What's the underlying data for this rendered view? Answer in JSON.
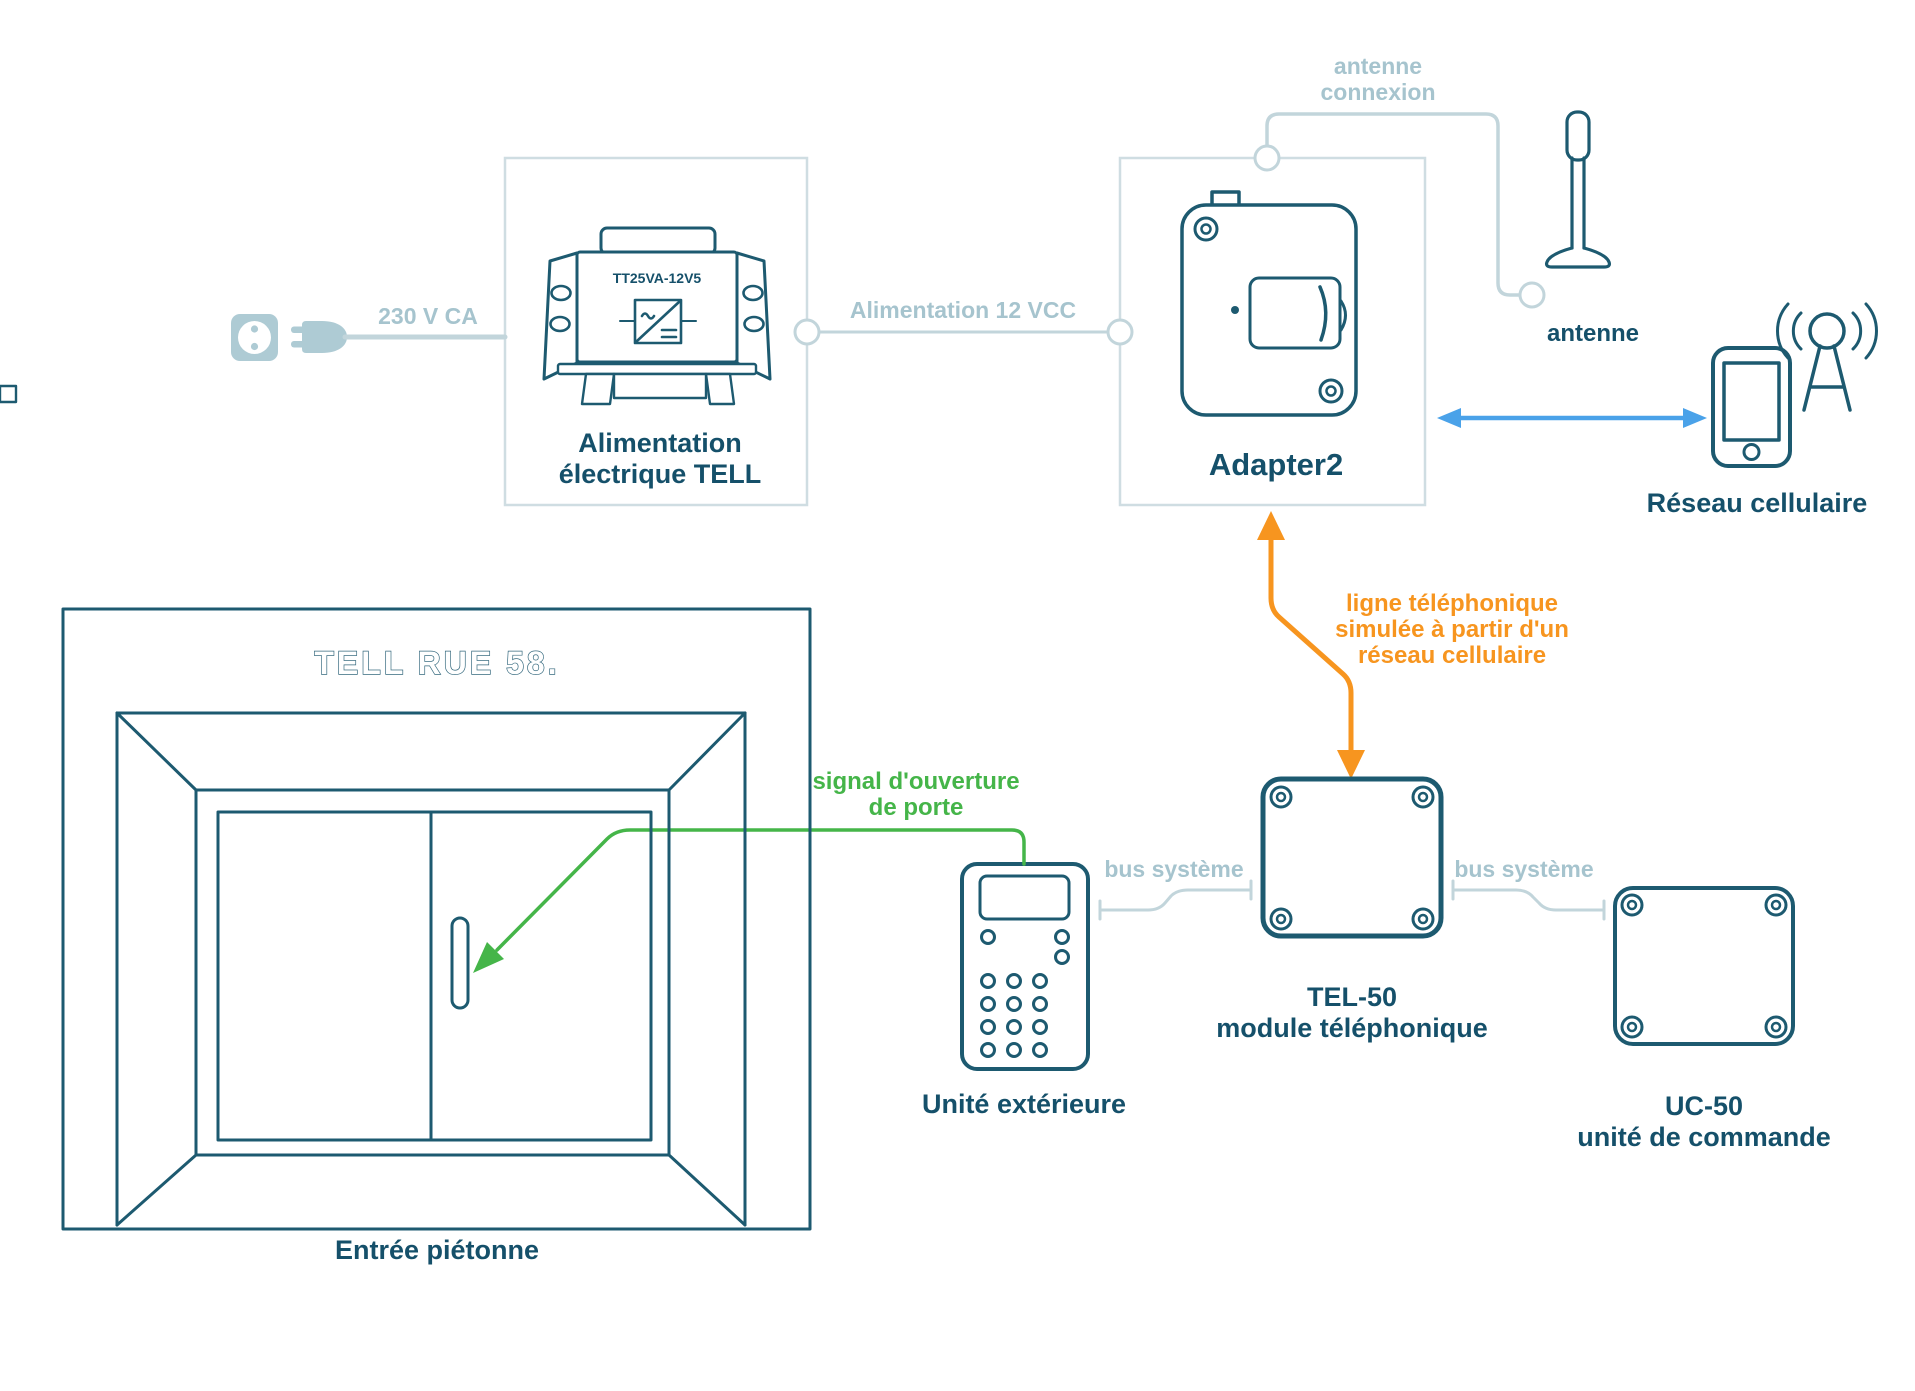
{
  "diagram": {
    "title_context": "TELL intercom system wiring diagram",
    "labels": {
      "mains_voltage": "230 V CA",
      "power_supply_model": "TT25VA-12V5",
      "power_supply_name_line1": "Alimentation",
      "power_supply_name_line2": "électrique TELL",
      "supply_12v_line": "Alimentation 12 VCC",
      "antenna_connexion_line1": "antenne",
      "antenna_connexion_line2": "connexion",
      "adapter_name": "Adapter2",
      "antenna_name": "antenne",
      "cellular_network": "Réseau cellulaire",
      "phone_line_note_line1": "ligne téléphonique",
      "phone_line_note_line2": "simulée à partir d'un",
      "phone_line_note_line3": "réseau cellulaire",
      "door_sign": "TELL RUE 58.",
      "door_signal_line1": "signal d'ouverture",
      "door_signal_line2": "de porte",
      "bus_left": "bus système",
      "bus_right": "bus système",
      "outdoor_unit": "Unité extérieure",
      "tel50_line1": "TEL-50",
      "tel50_line2": "module téléphonique",
      "uc50_line1": "UC-50",
      "uc50_line2": "unité de commande",
      "entrance": "Entrée piétonne"
    },
    "colors": {
      "dark_teal": "#1d5a70",
      "label_teal": "#15506a",
      "light_line": "#c2d5db",
      "box_border": "#cfdde2",
      "light_text": "#a6c4ce",
      "icon_fill": "#aecbd4",
      "green": "#45b549",
      "orange": "#f7951f",
      "blue": "#4aa2e9",
      "background": "#ffffff"
    }
  }
}
